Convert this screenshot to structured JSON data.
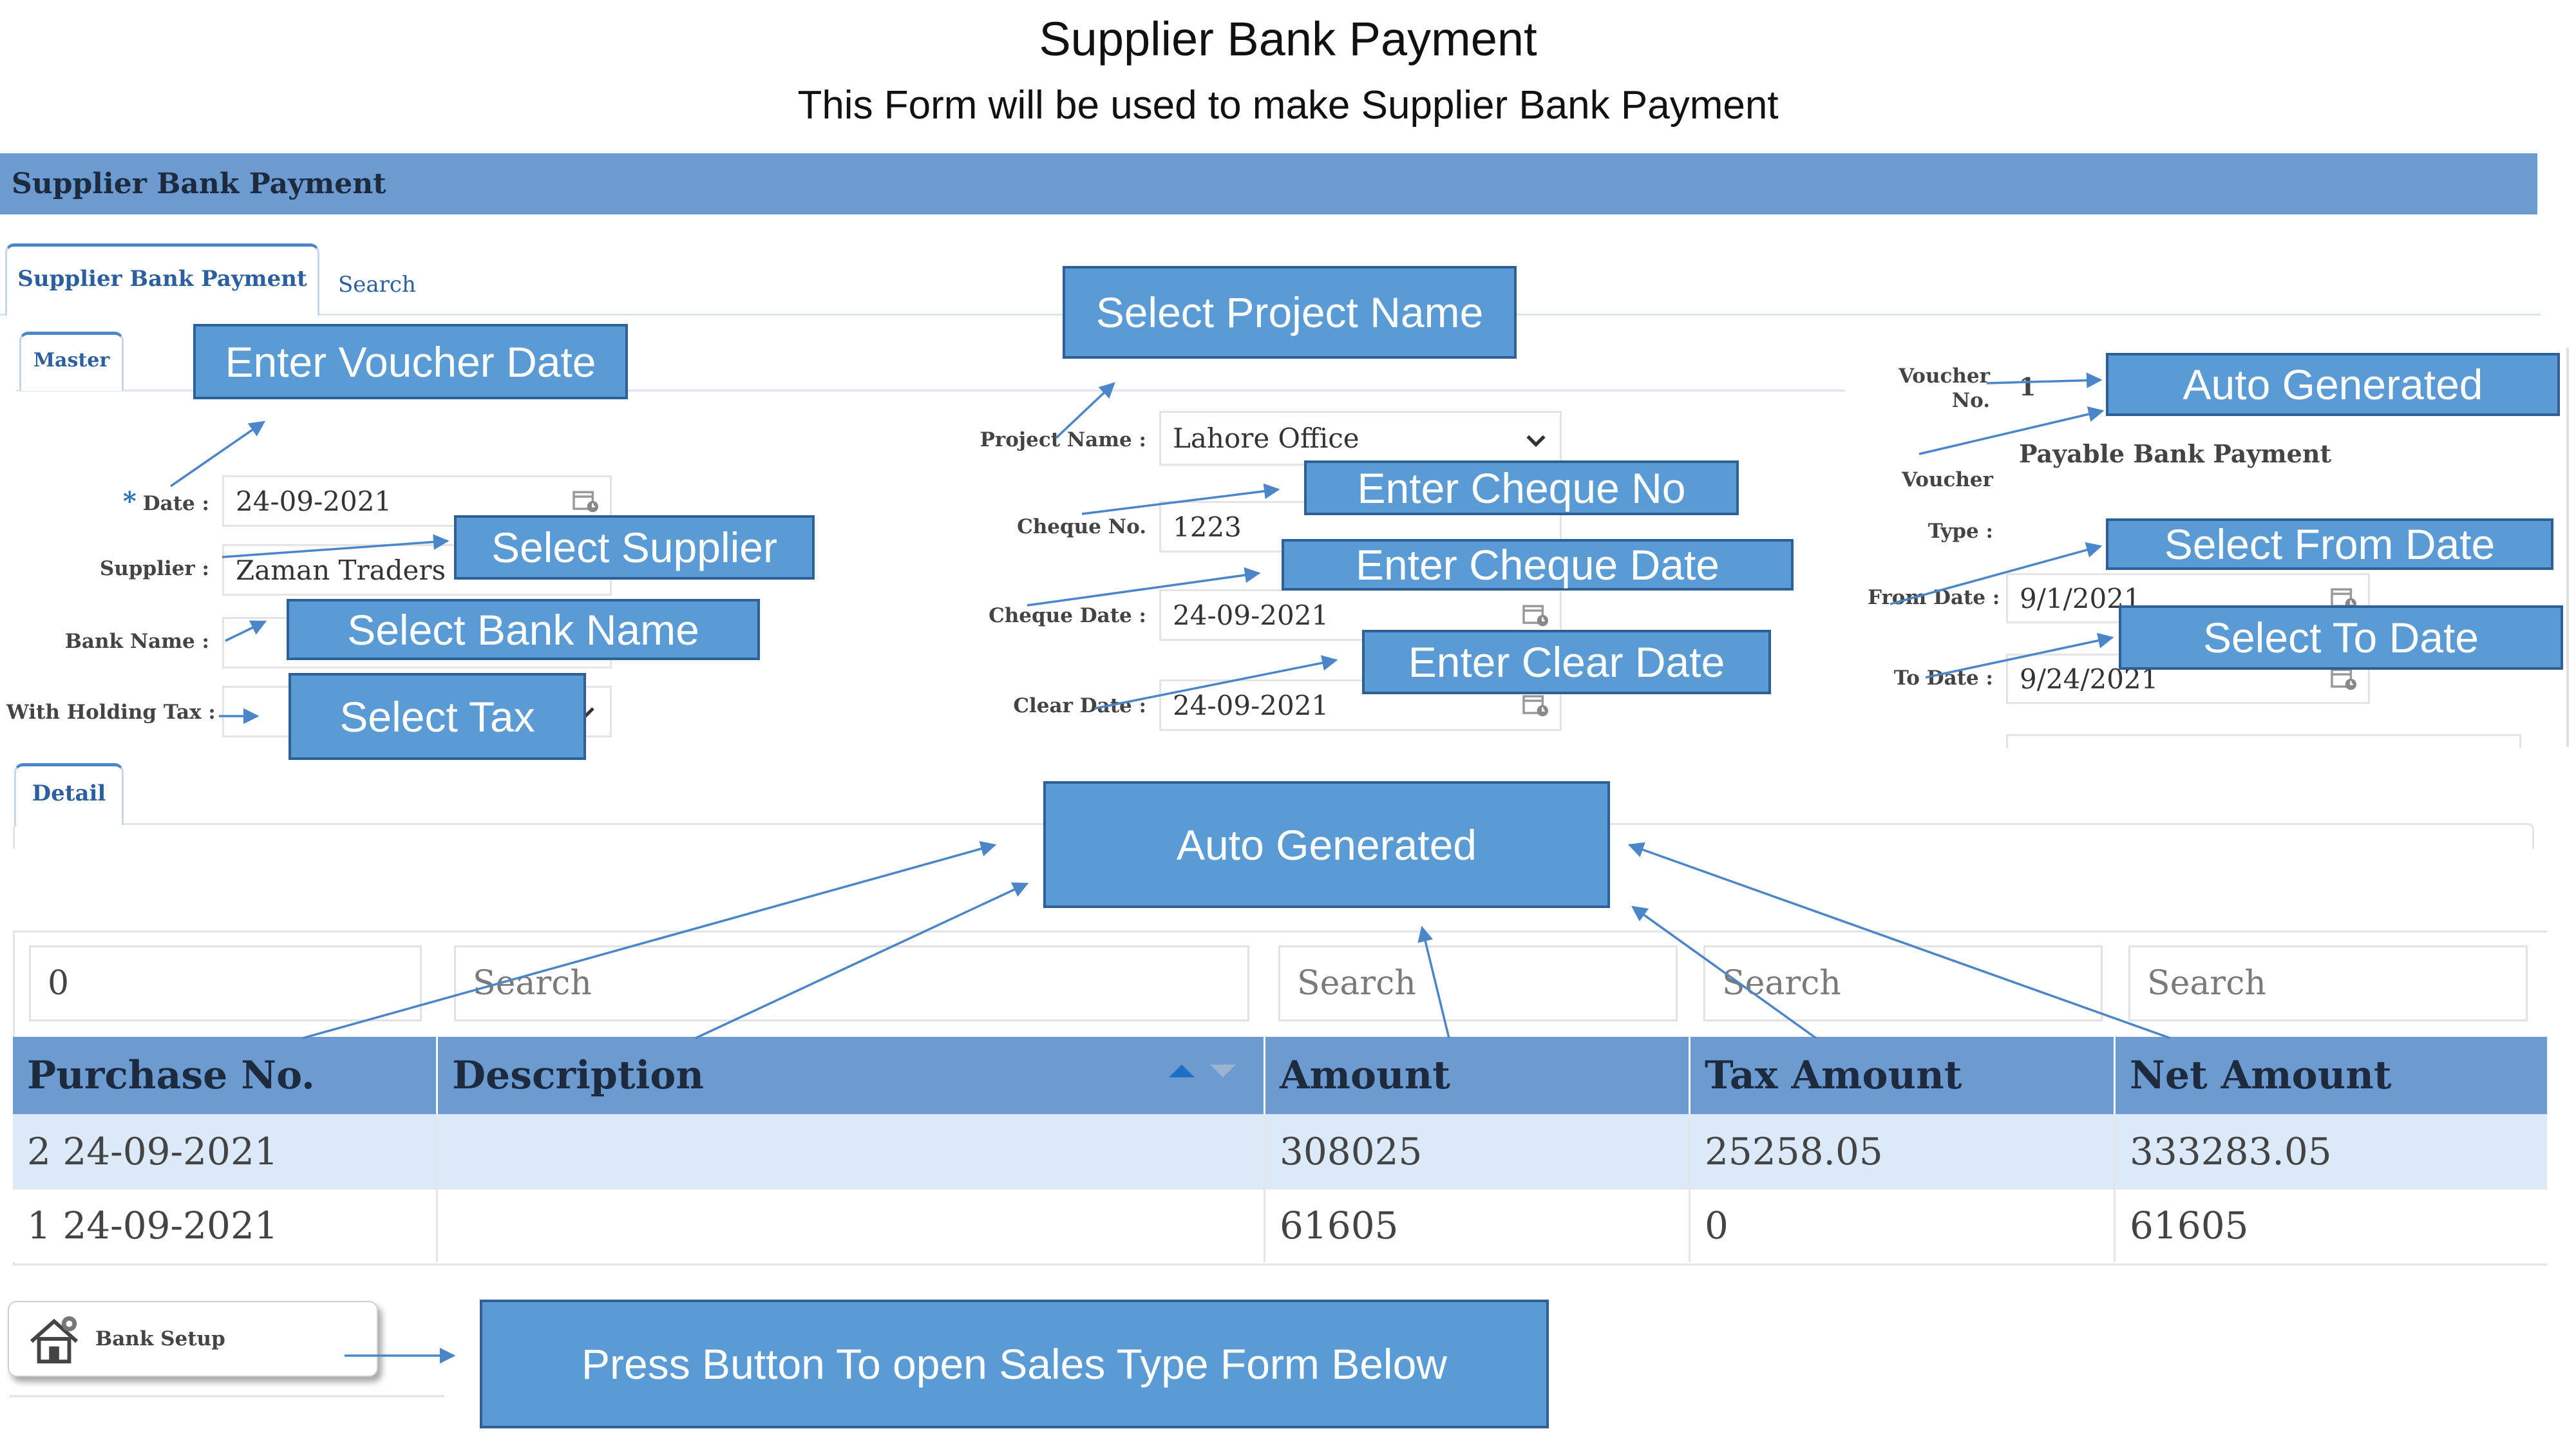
{
  "header": {
    "title": "Supplier Bank Payment",
    "subtitle": "This Form will be used to make  Supplier Bank Payment"
  },
  "form": {
    "banner_title": "Supplier Bank Payment",
    "tabs": [
      {
        "label": "Supplier Bank Payment",
        "active": true
      },
      {
        "label": "Search",
        "active": false
      }
    ],
    "master_tab": "Master",
    "detail_tab": "Detail",
    "fields": {
      "date": {
        "label": "Date :",
        "required_mark": "*",
        "value": "24-09-2021"
      },
      "supplier": {
        "label": "Supplier :",
        "value": "Zaman Traders"
      },
      "bank_name": {
        "label": "Bank Name :",
        "value": ""
      },
      "with_holding_tax": {
        "label": "With Holding Tax :",
        "value": ""
      },
      "project_name": {
        "label": "Project Name :",
        "value": "Lahore Office"
      },
      "cheque_no": {
        "label": "Cheque No.",
        "value": "1223"
      },
      "cheque_date": {
        "label": "Cheque Date :",
        "value": "24-09-2021"
      },
      "clear_date": {
        "label": "Clear Date :",
        "value": "24-09-2021"
      },
      "voucher_no": {
        "label_line1": "Voucher",
        "label_line2": "No.",
        "value": "1"
      },
      "voucher_type": {
        "label_line1": "Voucher",
        "label_line2": "Type :",
        "value": "Payable Bank Payment"
      },
      "from_date": {
        "label": "From Date :",
        "value": "9/1/2021"
      },
      "to_date": {
        "label": "To Date :",
        "value": "9/24/2021"
      }
    }
  },
  "grid": {
    "filters": [
      "0",
      "Search",
      "Search",
      "Search",
      "Search"
    ],
    "columns": [
      "Purchase No.",
      "Description",
      "Amount",
      "Tax Amount",
      "Net Amount"
    ],
    "rows": [
      [
        "2 24-09-2021",
        "",
        "308025",
        "25258.05",
        "333283.05"
      ],
      [
        "1 24-09-2021",
        "",
        "61605",
        "0",
        "61605"
      ]
    ]
  },
  "bank_setup_button": "Bank Setup",
  "callouts": {
    "voucher_date": "Enter Voucher Date",
    "project_name": "Select Project Name",
    "auto_generated_voucher": "Auto Generated",
    "cheque_no": "Enter Cheque No",
    "supplier": "Select Supplier",
    "cheque_date": "Enter Cheque Date",
    "from_date": "Select From Date",
    "bank_name": "Select Bank Name",
    "to_date": "Select To Date",
    "clear_date": "Enter Clear Date",
    "tax": "Select Tax",
    "auto_generated_grid": "Auto Generated",
    "bank_setup": "Press Button To open  Sales Type Form Below"
  },
  "colors": {
    "banner": "#6b9bd1",
    "callout_fill": "#5b9bd5",
    "callout_border": "#2e5f95",
    "row_highlight": "#dce9f8",
    "arrow": "#4a86c8"
  }
}
